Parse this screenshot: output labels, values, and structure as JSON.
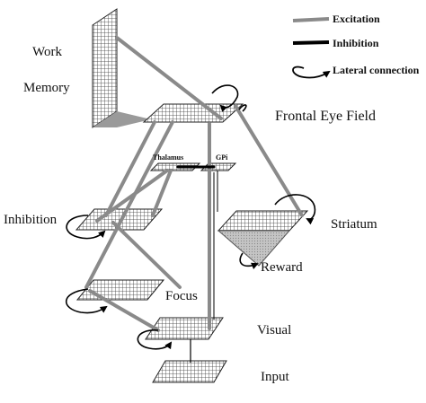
{
  "legend": {
    "excitation": "Excitation",
    "inhibition": "Inhibition",
    "lateral": "Lateral connection"
  },
  "layers": {
    "work_memory": [
      "Work",
      "Memory"
    ],
    "frontal_eye_field": "Frontal Eye Field",
    "thalamus": "Thalamus",
    "gpi": "GPi",
    "inhibition": "Inhibition",
    "striatum": "Striatum",
    "reward": "Reward",
    "focus": "Focus",
    "visual": "Visual",
    "input": "Input"
  },
  "colors": {
    "excitation": "#8a8a8a",
    "inhibition": "#000000",
    "grid": "#3a3a3a",
    "reward_fill": "#c8c8c8"
  }
}
